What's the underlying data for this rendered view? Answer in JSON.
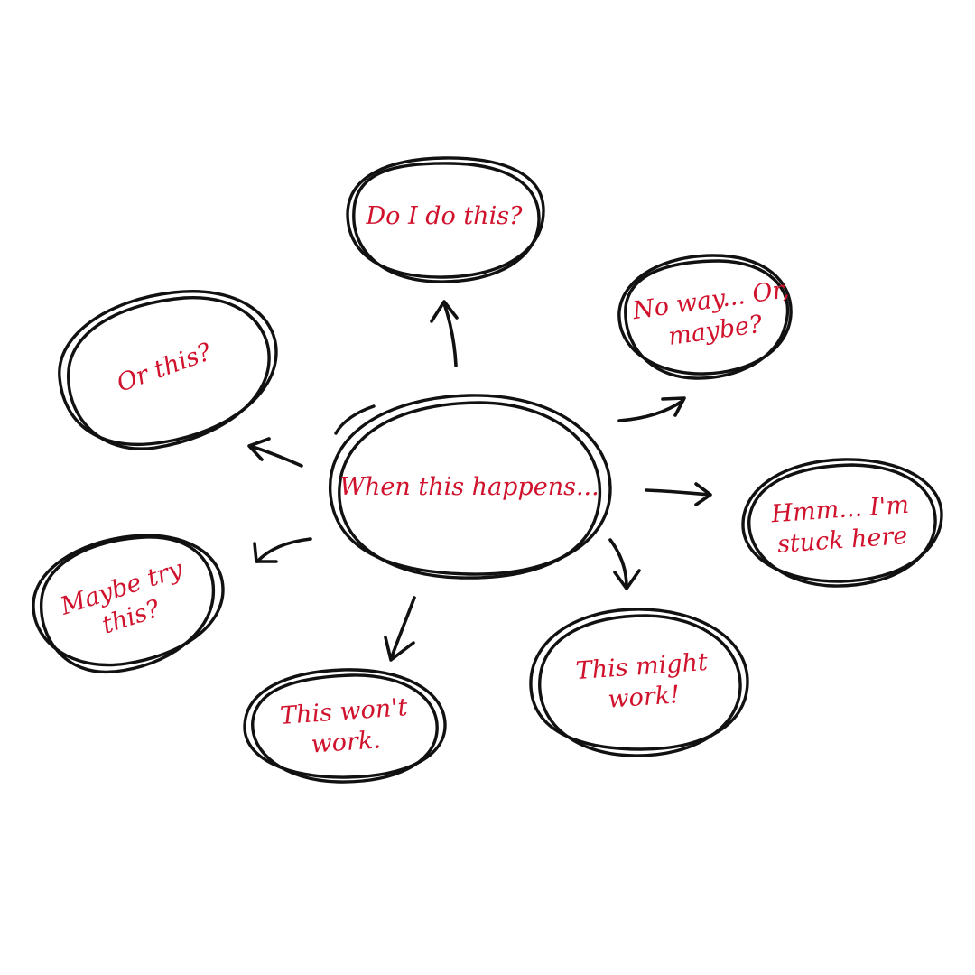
{
  "diagram": {
    "style": {
      "ink_color": "#111111",
      "text_color": "#d0122c",
      "background": "#ffffff"
    },
    "center": {
      "id": "center",
      "lines": [
        "When this happens..."
      ]
    },
    "bubbles": [
      {
        "id": "top",
        "lines": [
          "Do I do this?"
        ]
      },
      {
        "id": "upper-right",
        "lines": [
          "No way... Or,",
          "maybe?"
        ]
      },
      {
        "id": "right",
        "lines": [
          "Hmm... I'm",
          "stuck here"
        ]
      },
      {
        "id": "lower-right",
        "lines": [
          "This might",
          "work!"
        ]
      },
      {
        "id": "bottom",
        "lines": [
          "This won't",
          "work."
        ]
      },
      {
        "id": "lower-left",
        "lines": [
          "Maybe try",
          "this?"
        ]
      },
      {
        "id": "upper-left",
        "lines": [
          "Or this?"
        ]
      }
    ],
    "arrows": [
      {
        "from": "center",
        "to": "top"
      },
      {
        "from": "center",
        "to": "upper-right"
      },
      {
        "from": "center",
        "to": "right"
      },
      {
        "from": "center",
        "to": "lower-right"
      },
      {
        "from": "center",
        "to": "bottom"
      },
      {
        "from": "center",
        "to": "lower-left"
      },
      {
        "from": "center",
        "to": "upper-left"
      }
    ]
  }
}
